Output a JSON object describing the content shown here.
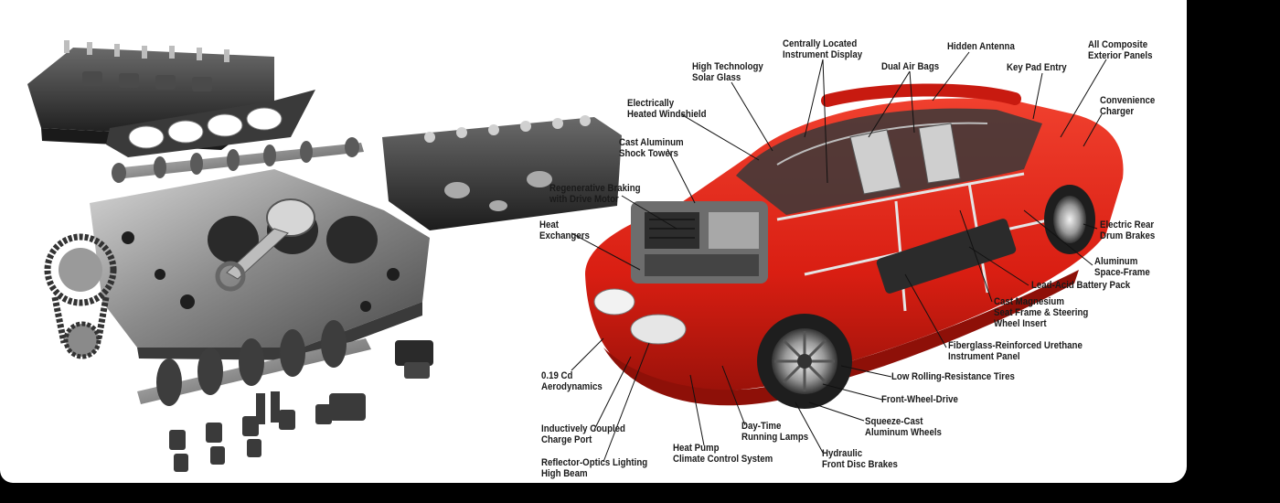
{
  "colors": {
    "car_body": "#e02418",
    "car_shadow": "#a5140c",
    "engine_metal": "#7d7d7d",
    "engine_dark": "#2c2c2c",
    "leader_lines": "#111111",
    "background": "#ffffff",
    "frame": "#000000"
  },
  "callouts": [
    {
      "id": "centrally-located-instrument-display",
      "text": "Centrally Located\nInstrument Display"
    },
    {
      "id": "hidden-antenna",
      "text": "Hidden Antenna"
    },
    {
      "id": "all-composite-exterior-panels",
      "text": "All Composite\nExterior Panels"
    },
    {
      "id": "high-technology-solar-glass",
      "text": "High Technology\nSolar Glass"
    },
    {
      "id": "dual-air-bags",
      "text": "Dual Air Bags"
    },
    {
      "id": "key-pad-entry",
      "text": "Key Pad Entry"
    },
    {
      "id": "convenience-charger",
      "text": "Convenience\nCharger"
    },
    {
      "id": "electrically-heated-windshield",
      "text": "Electrically\nHeated Windshield"
    },
    {
      "id": "cast-aluminum-shock-towers",
      "text": "Cast Aluminum\nShock Towers"
    },
    {
      "id": "regenerative-braking",
      "text": "Regenerative Braking\nwith Drive Motor"
    },
    {
      "id": "heat-exchangers",
      "text": "Heat\nExchangers"
    },
    {
      "id": "electric-rear-drum-brakes",
      "text": "Electric Rear\nDrum Brakes"
    },
    {
      "id": "aluminum-space-frame",
      "text": "Aluminum\nSpace-Frame"
    },
    {
      "id": "lead-acid-battery-pack",
      "text": "Lead-Acid Battery Pack"
    },
    {
      "id": "cast-magnesium-seat-frame",
      "text": "Cast Magnesium\nSeat Frame & Steering\nWheel Insert"
    },
    {
      "id": "fiberglass-reinforced-urethane",
      "text": "Fiberglass-Reinforced Urethane\nInstrument Panel"
    },
    {
      "id": "low-rolling-resistance-tires",
      "text": "Low Rolling-Resistance Tires"
    },
    {
      "id": "front-wheel-drive",
      "text": "Front-Wheel-Drive"
    },
    {
      "id": "squeeze-cast-aluminum-wheels",
      "text": "Squeeze-Cast\nAluminum Wheels"
    },
    {
      "id": "aerodynamics",
      "text": "0.19 Cd\nAerodynamics"
    },
    {
      "id": "inductively-coupled-charge-port",
      "text": "Inductively Coupled\nCharge Port"
    },
    {
      "id": "heat-pump-climate-control",
      "text": "Heat Pump\nClimate Control System"
    },
    {
      "id": "day-time-running-lamps",
      "text": "Day-Time\nRunning Lamps"
    },
    {
      "id": "hydraulic-front-disc-brakes",
      "text": "Hydraulic\nFront Disc Brakes"
    },
    {
      "id": "reflector-optics-lighting",
      "text": "Reflector-Optics Lighting\nHigh Beam"
    }
  ]
}
